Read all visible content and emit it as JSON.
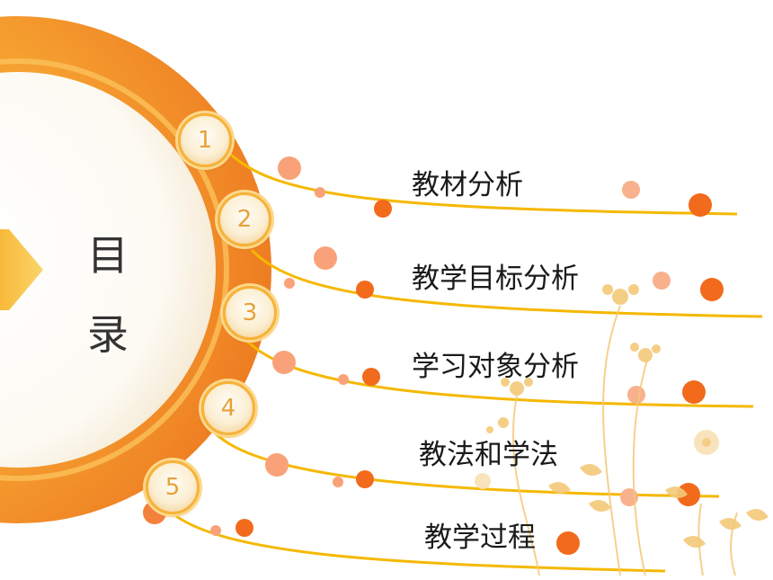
{
  "title": [
    "目",
    "录"
  ],
  "items": [
    {
      "num": "1",
      "label": "教材分析"
    },
    {
      "num": "2",
      "label": "教学目标分析"
    },
    {
      "num": "3",
      "label": "学习对象分析"
    },
    {
      "num": "4",
      "label": "教法和学法"
    },
    {
      "num": "5",
      "label": "教学过程"
    }
  ],
  "colors": {
    "ring_outer": "#f08a2a",
    "ring_inner": "#f7b23a",
    "line": "#f5b800",
    "dot_dark": "#f26a1b",
    "dot_light": "#f9a27a",
    "flower": "#f4c97a"
  }
}
